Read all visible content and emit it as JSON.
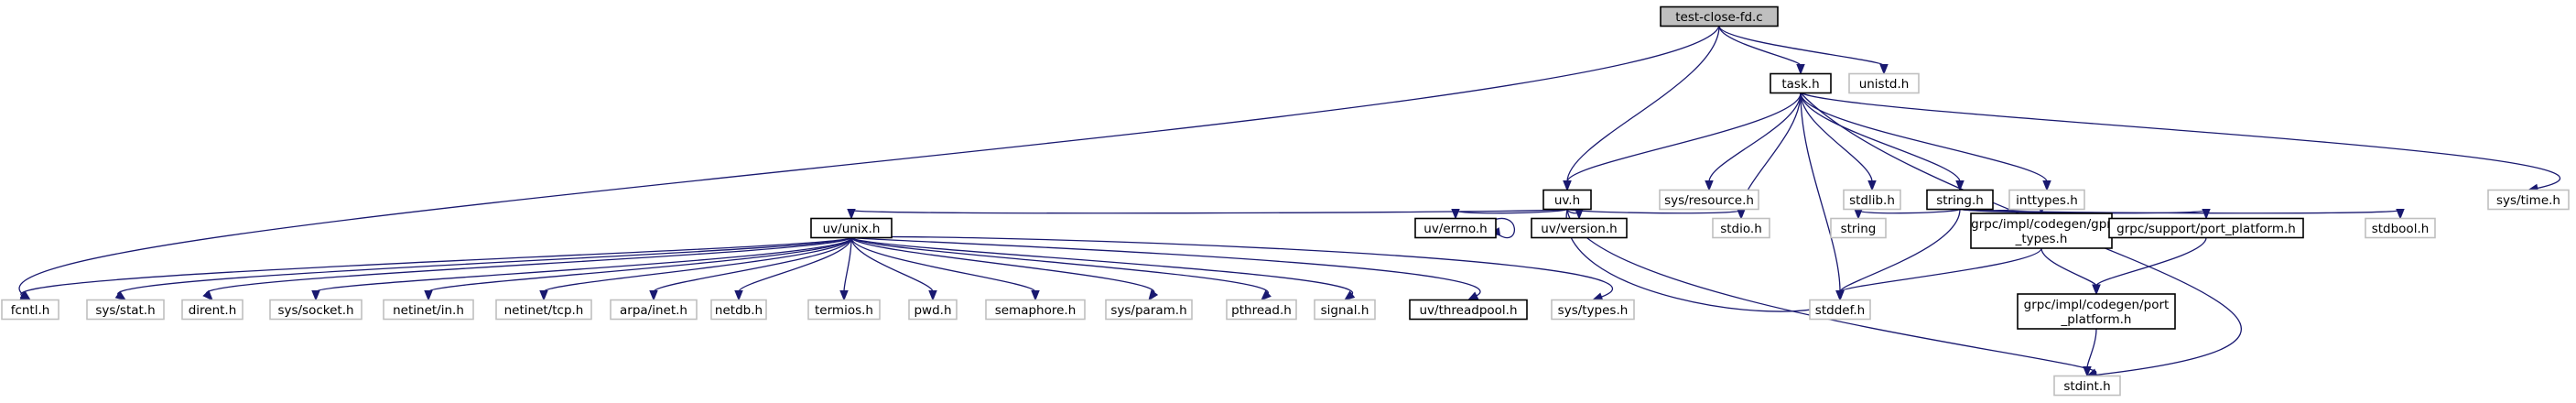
{
  "colors": {
    "edge": "#191970",
    "documented_border": "#000000",
    "external_border": "#bfbfbf",
    "root_fill": "#bfbfbf",
    "fill": "#ffffff"
  },
  "graph": {
    "nodes": [
      {
        "id": "root",
        "lines": [
          "test-close-fd.c"
        ],
        "kind": "root"
      },
      {
        "id": "task",
        "lines": [
          "task.h"
        ],
        "kind": "documented"
      },
      {
        "id": "unistd",
        "lines": [
          "unistd.h"
        ],
        "kind": "external"
      },
      {
        "id": "uv",
        "lines": [
          "uv.h"
        ],
        "kind": "documented"
      },
      {
        "id": "sysresource",
        "lines": [
          "sys/resource.h"
        ],
        "kind": "external"
      },
      {
        "id": "stdlib",
        "lines": [
          "stdlib.h"
        ],
        "kind": "external"
      },
      {
        "id": "string_h",
        "lines": [
          "string.h"
        ],
        "kind": "documented"
      },
      {
        "id": "inttypes",
        "lines": [
          "inttypes.h"
        ],
        "kind": "external"
      },
      {
        "id": "systime",
        "lines": [
          "sys/time.h"
        ],
        "kind": "external"
      },
      {
        "id": "uvunix",
        "lines": [
          "uv/unix.h"
        ],
        "kind": "documented"
      },
      {
        "id": "uverrno",
        "lines": [
          "uv/errno.h"
        ],
        "kind": "documented"
      },
      {
        "id": "uvversion",
        "lines": [
          "uv/version.h"
        ],
        "kind": "documented"
      },
      {
        "id": "stdio",
        "lines": [
          "stdio.h"
        ],
        "kind": "external"
      },
      {
        "id": "string",
        "lines": [
          "string"
        ],
        "kind": "external"
      },
      {
        "id": "gprtypes",
        "lines": [
          "grpc/impl/codegen/gpr",
          "_types.h"
        ],
        "kind": "documented"
      },
      {
        "id": "portplatform_s",
        "lines": [
          "grpc/support/port_platform.h"
        ],
        "kind": "documented"
      },
      {
        "id": "stdbool",
        "lines": [
          "stdbool.h"
        ],
        "kind": "external"
      },
      {
        "id": "portplatform_c",
        "lines": [
          "grpc/impl/codegen/port",
          "_platform.h"
        ],
        "kind": "documented"
      },
      {
        "id": "fcntl",
        "lines": [
          "fcntl.h"
        ],
        "kind": "external"
      },
      {
        "id": "sysstat",
        "lines": [
          "sys/stat.h"
        ],
        "kind": "external"
      },
      {
        "id": "dirent",
        "lines": [
          "dirent.h"
        ],
        "kind": "external"
      },
      {
        "id": "syssocket",
        "lines": [
          "sys/socket.h"
        ],
        "kind": "external"
      },
      {
        "id": "netinetin",
        "lines": [
          "netinet/in.h"
        ],
        "kind": "external"
      },
      {
        "id": "netinettcp",
        "lines": [
          "netinet/tcp.h"
        ],
        "kind": "external"
      },
      {
        "id": "arpainet",
        "lines": [
          "arpa/inet.h"
        ],
        "kind": "external"
      },
      {
        "id": "netdb",
        "lines": [
          "netdb.h"
        ],
        "kind": "external"
      },
      {
        "id": "termios",
        "lines": [
          "termios.h"
        ],
        "kind": "external"
      },
      {
        "id": "pwd",
        "lines": [
          "pwd.h"
        ],
        "kind": "external"
      },
      {
        "id": "semaphore",
        "lines": [
          "semaphore.h"
        ],
        "kind": "external"
      },
      {
        "id": "sysparam",
        "lines": [
          "sys/param.h"
        ],
        "kind": "external"
      },
      {
        "id": "pthread",
        "lines": [
          "pthread.h"
        ],
        "kind": "external"
      },
      {
        "id": "signal",
        "lines": [
          "signal.h"
        ],
        "kind": "external"
      },
      {
        "id": "uvthreadpool",
        "lines": [
          "uv/threadpool.h"
        ],
        "kind": "documented"
      },
      {
        "id": "systypes",
        "lines": [
          "sys/types.h"
        ],
        "kind": "external"
      },
      {
        "id": "stddef",
        "lines": [
          "stddef.h"
        ],
        "kind": "external"
      },
      {
        "id": "stdint",
        "lines": [
          "stdint.h"
        ],
        "kind": "external"
      }
    ],
    "edges": [
      {
        "from": "root",
        "to": "task"
      },
      {
        "from": "root",
        "to": "unistd"
      },
      {
        "from": "root",
        "to": "uv"
      },
      {
        "from": "root",
        "to": "fcntl"
      },
      {
        "from": "task",
        "to": "uv"
      },
      {
        "from": "task",
        "to": "sysresource"
      },
      {
        "from": "task",
        "to": "stdlib"
      },
      {
        "from": "task",
        "to": "string_h"
      },
      {
        "from": "task",
        "to": "inttypes"
      },
      {
        "from": "task",
        "to": "systime"
      },
      {
        "from": "task",
        "to": "stdio"
      },
      {
        "from": "task",
        "to": "stddef"
      },
      {
        "from": "task",
        "to": "stdint"
      },
      {
        "from": "uv",
        "to": "uvunix"
      },
      {
        "from": "uv",
        "to": "uverrno"
      },
      {
        "from": "uv",
        "to": "uvversion"
      },
      {
        "from": "uv",
        "to": "stdio"
      },
      {
        "from": "uv",
        "to": "stddef"
      },
      {
        "from": "uv",
        "to": "stdint"
      },
      {
        "from": "uverrno",
        "to": "uverrno"
      },
      {
        "from": "string_h",
        "to": "string"
      },
      {
        "from": "string_h",
        "to": "gprtypes"
      },
      {
        "from": "string_h",
        "to": "portplatform_s"
      },
      {
        "from": "string_h",
        "to": "stdbool"
      },
      {
        "from": "string_h",
        "to": "stddef"
      },
      {
        "from": "gprtypes",
        "to": "stddef"
      },
      {
        "from": "gprtypes",
        "to": "portplatform_c"
      },
      {
        "from": "portplatform_s",
        "to": "portplatform_c"
      },
      {
        "from": "portplatform_c",
        "to": "stdint"
      },
      {
        "from": "uvunix",
        "to": "fcntl"
      },
      {
        "from": "uvunix",
        "to": "sysstat"
      },
      {
        "from": "uvunix",
        "to": "dirent"
      },
      {
        "from": "uvunix",
        "to": "syssocket"
      },
      {
        "from": "uvunix",
        "to": "netinetin"
      },
      {
        "from": "uvunix",
        "to": "netinettcp"
      },
      {
        "from": "uvunix",
        "to": "arpainet"
      },
      {
        "from": "uvunix",
        "to": "netdb"
      },
      {
        "from": "uvunix",
        "to": "termios"
      },
      {
        "from": "uvunix",
        "to": "pwd"
      },
      {
        "from": "uvunix",
        "to": "semaphore"
      },
      {
        "from": "uvunix",
        "to": "sysparam"
      },
      {
        "from": "uvunix",
        "to": "pthread"
      },
      {
        "from": "uvunix",
        "to": "signal"
      },
      {
        "from": "uvunix",
        "to": "uvthreadpool"
      },
      {
        "from": "uvunix",
        "to": "systypes"
      }
    ]
  }
}
